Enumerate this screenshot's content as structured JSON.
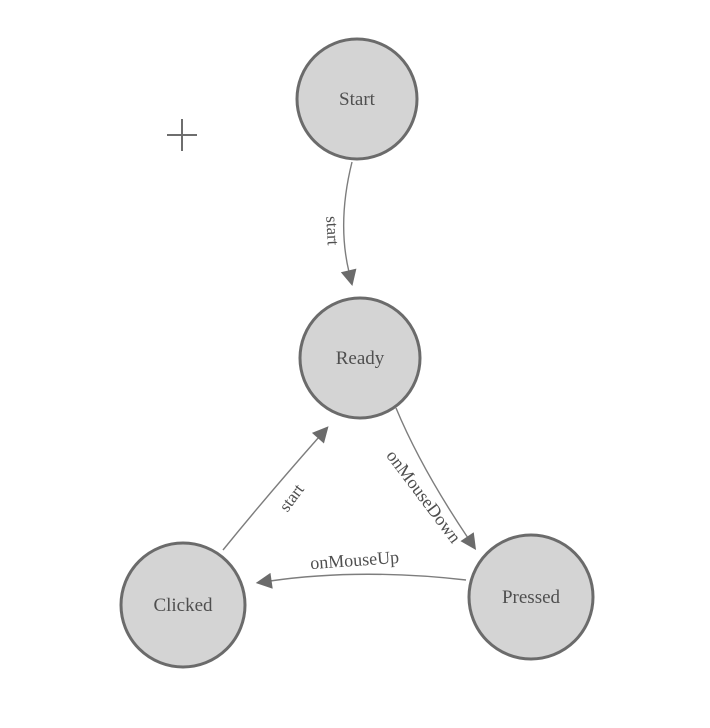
{
  "colors": {
    "background": "#ffffff",
    "node_fill": "#d4d4d4",
    "node_stroke": "#6b6b6b",
    "node_label": "#4f4f4f",
    "edge_stroke": "#7d7d7d",
    "arrowhead": "#6b6b6b",
    "edge_label": "#4f4f4f",
    "crosshair": "#6e6e6e"
  },
  "icons": {
    "crosshair": "+"
  },
  "nodes": [
    {
      "id": "start",
      "label": "Start"
    },
    {
      "id": "ready",
      "label": "Ready"
    },
    {
      "id": "clicked",
      "label": "Clicked"
    },
    {
      "id": "pressed",
      "label": "Pressed"
    }
  ],
  "edges": [
    {
      "from": "Start",
      "to": "Ready",
      "label": "start"
    },
    {
      "from": "Clicked",
      "to": "Ready",
      "label": "start"
    },
    {
      "from": "Ready",
      "to": "Pressed",
      "label": "onMouseDown"
    },
    {
      "from": "Pressed",
      "to": "Clicked",
      "label": "onMouseUp"
    }
  ]
}
